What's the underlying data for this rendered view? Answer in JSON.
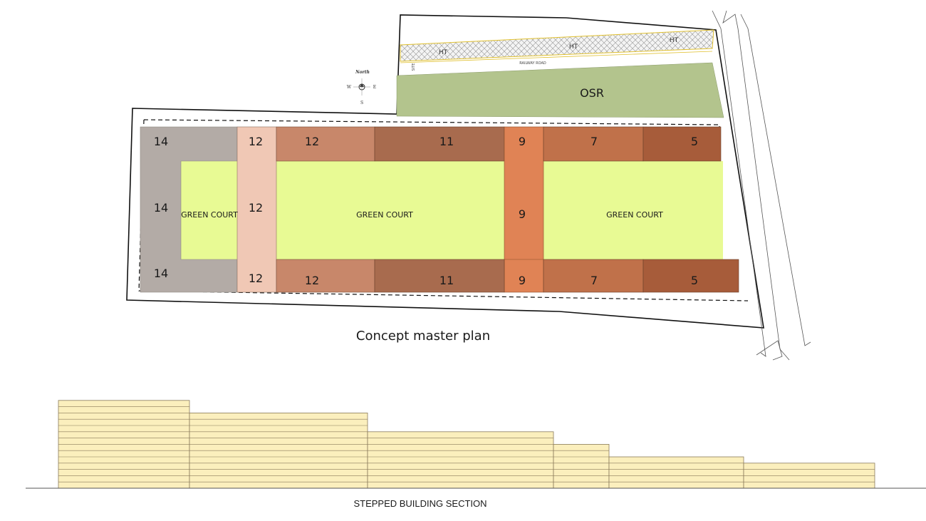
{
  "plan": {
    "caption": "Concept master plan",
    "osr_label": "OSR",
    "ht_labels": [
      "HT",
      "HT",
      "HT"
    ],
    "road_label": "RAILWAY ROAD",
    "vertical_label": "SITE",
    "compass": {
      "north": "North",
      "south": "S",
      "east": "E",
      "west": "W"
    },
    "court_labels": [
      "GREEN COURT",
      "GREEN COURT",
      "GREEN COURT"
    ],
    "blocks": {
      "top_row": [
        "14",
        "12",
        "12",
        "11",
        "9",
        "7",
        "5"
      ],
      "middle_row": [
        "14",
        "12",
        "9"
      ],
      "bottom_row": [
        "14",
        "12",
        "12",
        "11",
        "9",
        "7",
        "5"
      ]
    },
    "colors": {
      "grey": "#b3aba6",
      "pale": "#f0c8b5",
      "tan": "#c8876a",
      "brown": "#a86b4e",
      "orange": "#e08355",
      "rust": "#c0714a",
      "dark_rust": "#a75c3a",
      "green_court": "#e8fa94",
      "osr": "#b3c48d"
    }
  },
  "section": {
    "caption": "STEPPED BUILDING SECTION",
    "steps_floors": [
      14,
      12,
      9,
      7,
      5,
      4
    ],
    "fill": "#fbefbd",
    "line": "#8a7a5a"
  }
}
